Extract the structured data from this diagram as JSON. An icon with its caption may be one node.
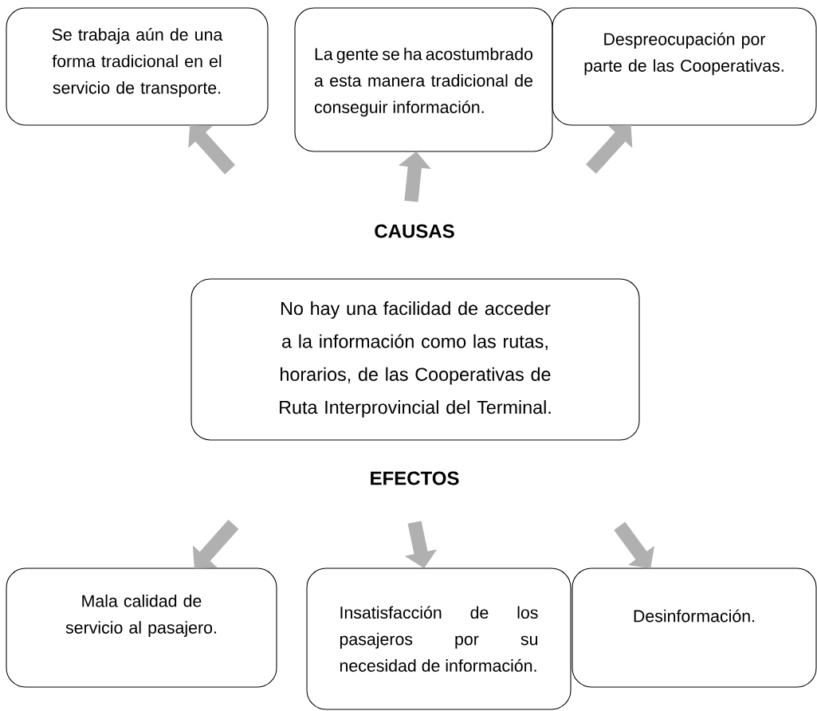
{
  "diagram": {
    "nodes": [
      {
        "text": [
          "Se trabaja aún de una forma tradicional en el servicio de transporte."
        ]
      },
      {
        "text": [
          "La gente se ha acostumbrado a esta manera tradicional de conseguir información."
        ]
      },
      {
        "text": [
          "Despreocupación por parte de las Cooperativas."
        ]
      },
      {
        "text": [
          "No hay una facilidad de acceder a la información como las rutas, horarios, de las Cooperativas de Ruta Interprovincial del Terminal."
        ]
      },
      {
        "text": [
          "Mala calidad de servicio al pasajero."
        ]
      },
      {
        "text": [
          "Insatisfacción de los pasajeros por su necesidad de información."
        ]
      },
      {
        "text": [
          "Desinformación."
        ]
      }
    ],
    "edges": [
      {
        "from": null,
        "to": 0,
        "arrow": "to"
      },
      {
        "from": null,
        "to": 1,
        "arrow": "to"
      },
      {
        "from": null,
        "to": 2,
        "arrow": "to"
      },
      {
        "from": null,
        "to": 4,
        "arrow": "to"
      },
      {
        "from": null,
        "to": 5,
        "arrow": "to"
      },
      {
        "from": null,
        "to": 6,
        "arrow": "to"
      }
    ],
    "labels": [
      "CAUSAS",
      "EFECTOS"
    ]
  }
}
